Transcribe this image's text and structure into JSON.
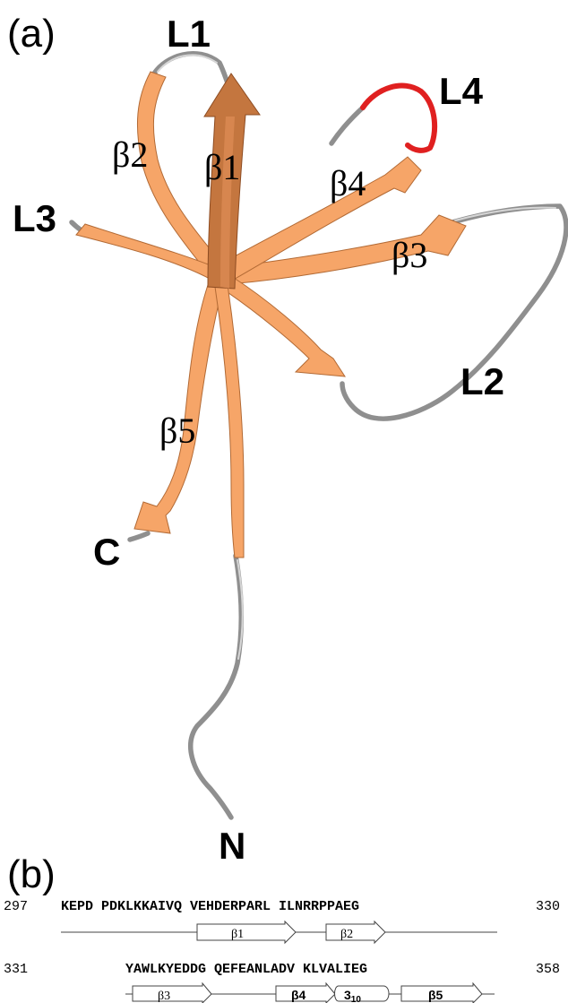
{
  "panel_a": {
    "label": "(a)",
    "loops": {
      "l1": "L1",
      "l2": "L2",
      "l3": "L3",
      "l4": "L4"
    },
    "strands": {
      "b1": "β1",
      "b2": "β2",
      "b3": "β3",
      "b4": "β4",
      "b5": "β5"
    },
    "termini": {
      "n": "N",
      "c": "C"
    },
    "colors": {
      "strand": "#f6a568",
      "coil": "#8f8f8f",
      "loop_l4": "#e02020"
    }
  },
  "panel_b": {
    "label": "(b)",
    "row1": {
      "start": "297",
      "sequence": "KEPD PDKLKKAIVQ VEHDERPARL ILNRRPPAEG",
      "end": "330"
    },
    "row2": {
      "start": "331",
      "sequence": "YAWLKYEDDG QEFEANLADV KLVALIEG",
      "end": "358"
    },
    "ss_row1": [
      "β1",
      "β2"
    ],
    "ss_row2": [
      "β3",
      "β4",
      "310",
      "β5"
    ]
  }
}
